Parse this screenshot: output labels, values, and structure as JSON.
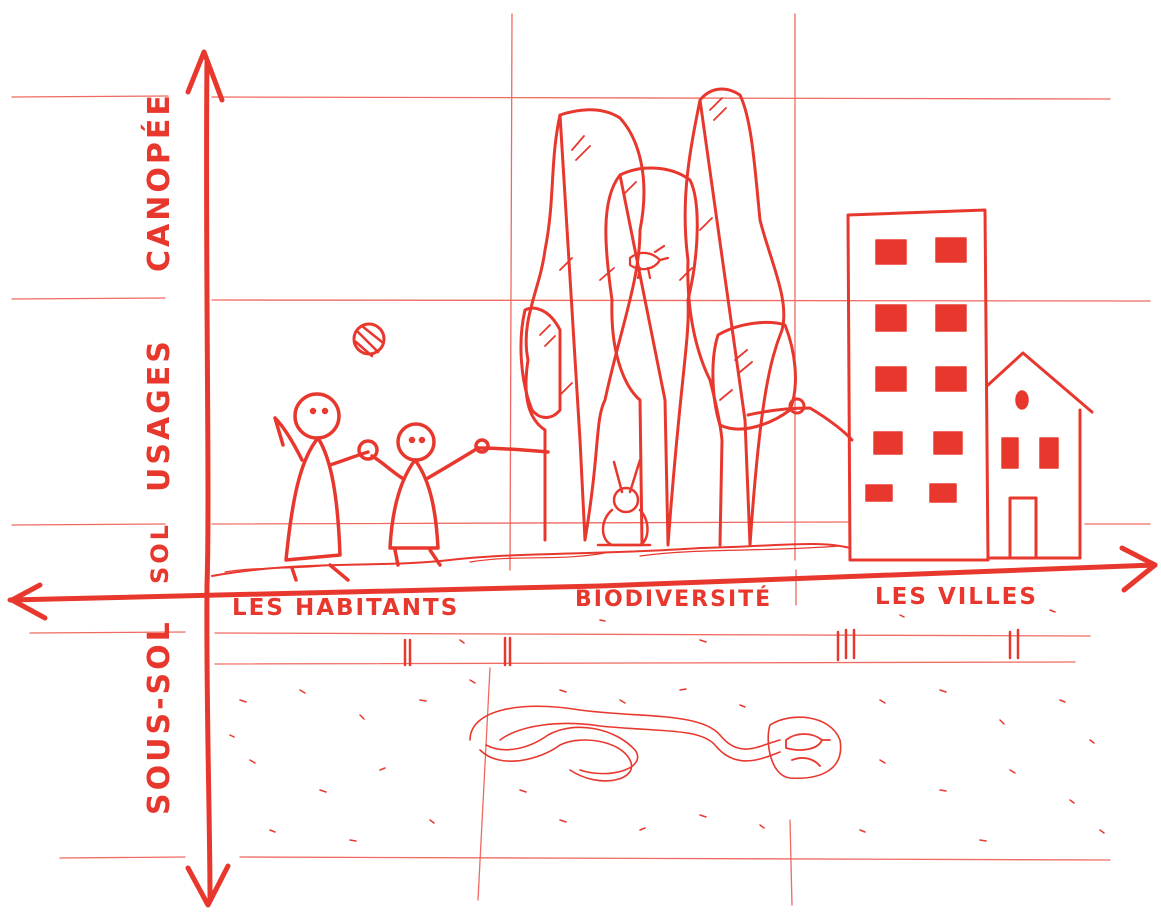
{
  "colors": {
    "ink": "#e8382e",
    "thin": "#ef6a60",
    "paper": "#ffffff"
  },
  "vertical_axis": {
    "labels": [
      "CANOPÉE",
      "USAGES",
      "SOL",
      "SOUS-SOL"
    ]
  },
  "horizontal_axis": {
    "labels": [
      "LES HABITANTS",
      "BIODIVERSITÉ",
      "LES VILLES"
    ]
  },
  "icons": [
    "ball-icon",
    "child-icon",
    "tree-icon",
    "bird-icon",
    "rabbit-icon",
    "building-icon",
    "house-icon",
    "pipe-icon",
    "burrow-icon",
    "mole-icon"
  ]
}
